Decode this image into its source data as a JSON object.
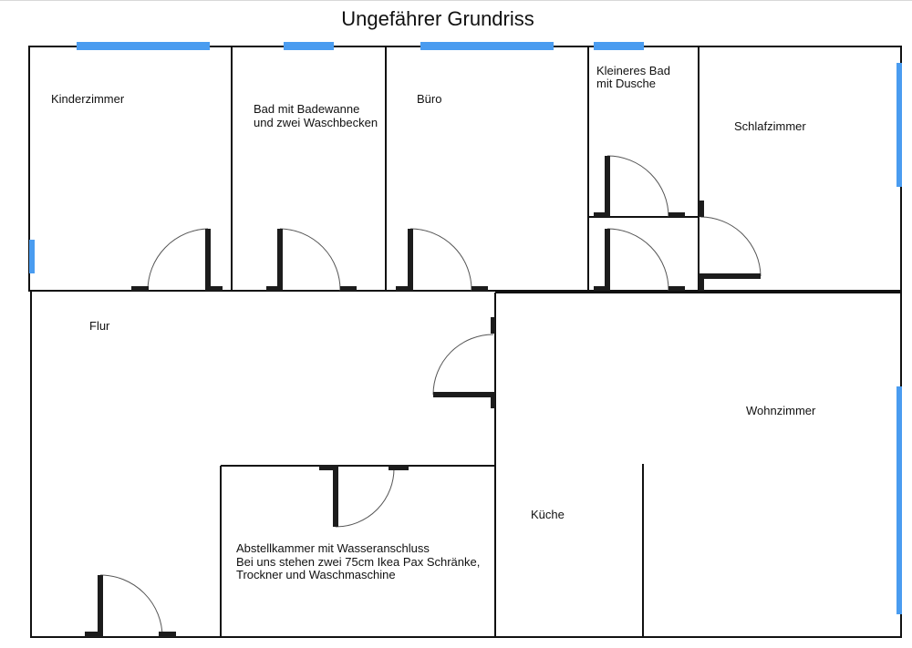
{
  "title": "Ungefährer Grundriss",
  "rooms": {
    "kinderzimmer": "Kinderzimmer",
    "bad_line1": "Bad mit Badewanne",
    "bad_line2": "und zwei Waschbecken",
    "buero": "Büro",
    "kleines_bad_line1": "Kleineres Bad",
    "kleines_bad_line2": "mit Dusche",
    "schlafzimmer": "Schlafzimmer",
    "flur": "Flur",
    "wohnzimmer": "Wohnzimmer",
    "kueche": "Küche",
    "abstell_line1": "Abstellkammer mit Wasseranschluss",
    "abstell_line2": "Bei uns stehen zwei 75cm Ikea Pax Schränke,",
    "abstell_line3": "Trockner und Waschmaschine"
  },
  "colors": {
    "window": "#4a9cf0",
    "wall": "#111111"
  }
}
